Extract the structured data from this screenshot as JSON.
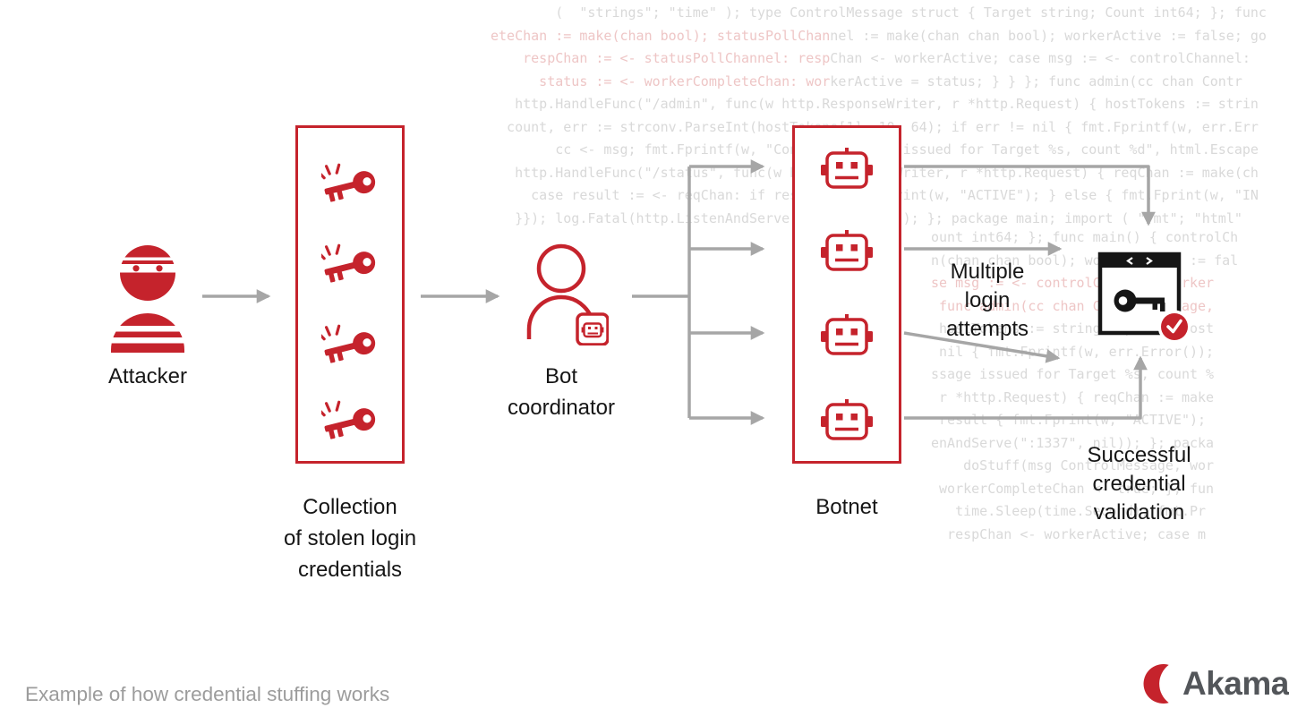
{
  "colors": {
    "brand_red": "#c5232c",
    "arrow_gray": "#a6a6a6",
    "label_black": "#161616",
    "caption_gray": "#9c9c9c",
    "code_gray": "#d9d9d9",
    "code_red": "#eec6c6",
    "logo_gray": "#53565a",
    "icon_black": "#161616",
    "check_red": "#c5232c"
  },
  "diagram": {
    "attacker_label": "Attacker",
    "credentials_label": "Collection\nof stolen login\ncredentials",
    "coordinator_label": "Bot\ncoordinator",
    "botnet_label": "Botnet",
    "attempts_label": "Multiple\nlogin\nattempts",
    "success_label": "Successful\ncredential\nvalidation"
  },
  "caption": "Example of how credential stuffing works",
  "logo_text": "Akamai",
  "icons": {
    "attacker": "attacker-masked-figure-icon",
    "stolen_key": "key-icon",
    "bot_coordinator": "person-with-bot-badge-icon",
    "robot": "robot-face-icon",
    "target_window": "browser-window-key-icon",
    "validated": "check-circle-icon",
    "logo_mark": "akamai-crescent-icon",
    "arrow": "gray-flow-arrow"
  },
  "background_code": {
    "block_a": [
      {
        "a": "",
        "b": "        (  \"strings\"; \"time\" ); type ControlMessage struct { Target string; Count int64; }; func"
      },
      {
        "a": "eteChan := make(chan bool); statusPollChan",
        "b": "nel := make(chan chan bool); workerActive := false; go"
      },
      {
        "a": "    respChan := <- statusPollChannel: resp",
        "b": "Chan <- workerActive; case msg := <- controlChannel:"
      },
      {
        "a": "      status := <- workerCompleteChan: wor",
        "b": "kerActive = status; } } }; func admin(cc chan Contr"
      },
      {
        "a": "",
        "b": "   http.HandleFunc(\"/admin\", func(w http.ResponseWriter, r *http.Request) { hostTokens := strin"
      },
      {
        "a": "",
        "b": "  count, err := strconv.ParseInt(hostTokens[1], 10, 64); if err != nil { fmt.Fprintf(w, err.Err"
      },
      {
        "a": "",
        "b": "        cc <- msg; fmt.Fprintf(w, \"Control message issued for Target %s, count %d\", html.Escape"
      },
      {
        "a": "",
        "b": "   http.HandleFunc(\"/status\", func(w http.ResponseWriter, r *http.Request) { reqChan := make(ch"
      },
      {
        "a": "",
        "b": "     case result := <- reqChan: if result { fmt.Fprint(w, \"ACTIVE\"); } else { fmt.Fprint(w, \"IN"
      },
      {
        "a": "",
        "b": "   }}); log.Fatal(http.ListenAndServe(\":1337\", nil)); }; package main; import ( \"fmt\"; \"html\""
      }
    ],
    "block_b": [
      {
        "a": "",
        "b": "ount int64; }; func main() { controlCh"
      },
      {
        "a": "",
        "b": "n(chan chan bool); workerActive := fal"
      },
      {
        "a": "se msg := <- controlChannel: worker",
        "b": ""
      },
      {
        "a": " func admin(cc chan ControlMessage,",
        "b": ""
      },
      {
        "a": "",
        "b": " hostTokens := strings.Split(r.Host"
      },
      {
        "a": "",
        "b": " nil { fmt.Fprintf(w, err.Error());"
      },
      {
        "a": "",
        "b": "ssage issued for Target %s, count %"
      },
      {
        "a": "",
        "b": " r *http.Request) { reqChan := make"
      },
      {
        "a": "",
        "b": " result { fmt.Fprint(w, \"ACTIVE\"); "
      },
      {
        "a": "",
        "b": "enAndServe(\":1337\", nil)); }; packa"
      },
      {
        "a": "",
        "b": "    doStuff(msg ControlMessage, wor"
      },
      {
        "a": "",
        "b": " workerCompleteChan <- true; }; fun"
      },
      {
        "a": "",
        "b": "   time.Sleep(time.Second); fmt.Pr"
      },
      {
        "a": "",
        "b": "  respChan <- workerActive; case m"
      }
    ]
  }
}
